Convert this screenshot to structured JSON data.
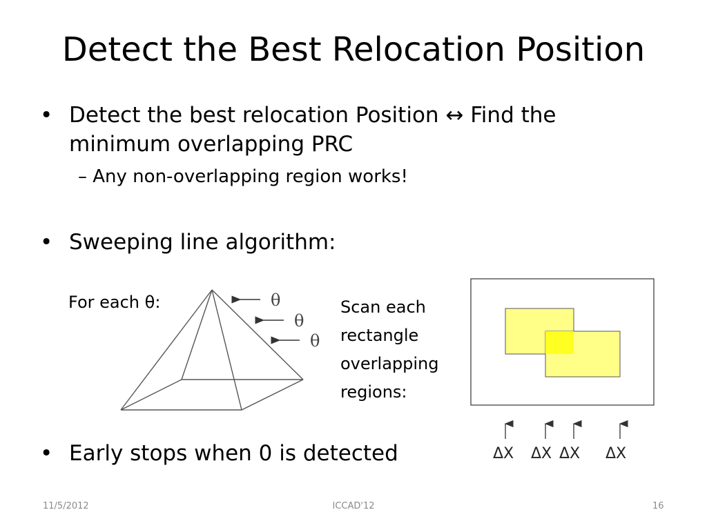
{
  "slide": {
    "title": "Detect the Best Relocation Position",
    "bullets": [
      {
        "text": "Detect the best relocation Position ↔ Find the",
        "continuation": "minimum overlapping PRC"
      },
      {
        "text": "Sweeping line algorithm:"
      },
      {
        "text": "Early stops when 0 is detected"
      }
    ],
    "sub_bullet": "– Any non-overlapping region works!",
    "for_each_label": "For each θ:",
    "scan_label": [
      "Scan each",
      "rectangle",
      "overlapping",
      "regions:"
    ],
    "theta_symbol": "θ",
    "delta_x_label": "ΔX",
    "rect_fill_color": "#ffff88",
    "overlap_fill_color": "#ffff22"
  },
  "footer": {
    "date": "11/5/2012",
    "center": "ICCAD'12",
    "page": "16"
  }
}
